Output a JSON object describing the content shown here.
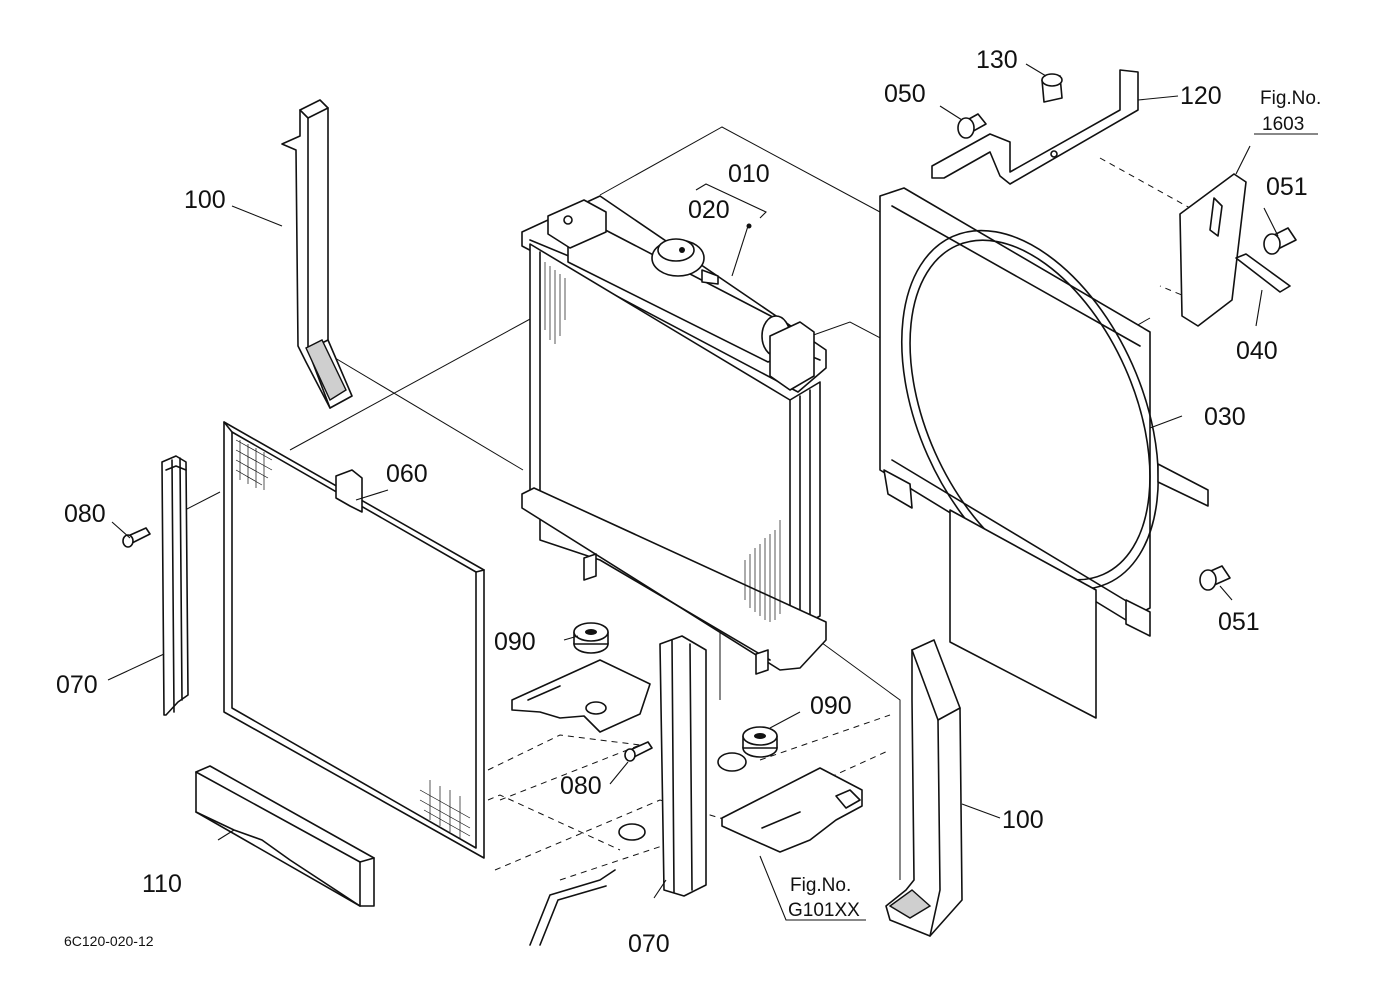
{
  "drawing_code": "6C120-020-12",
  "callouts": {
    "p010": "010",
    "p020": "020",
    "p030": "030",
    "p040": "040",
    "p050": "050",
    "p051_top": "051",
    "p051_bottom": "051",
    "p060": "060",
    "p070_left": "070",
    "p070_center": "070",
    "p080_left": "080",
    "p080_center": "080",
    "p090_left": "090",
    "p090_right": "090",
    "p100_left": "100",
    "p100_right": "100",
    "p110": "110",
    "p120": "120",
    "p130": "130"
  },
  "figure_refs": {
    "fan_side": {
      "label": "Fig.No.",
      "number": "1603"
    },
    "mount": {
      "label": "Fig.No.",
      "number": "G101XX"
    }
  }
}
